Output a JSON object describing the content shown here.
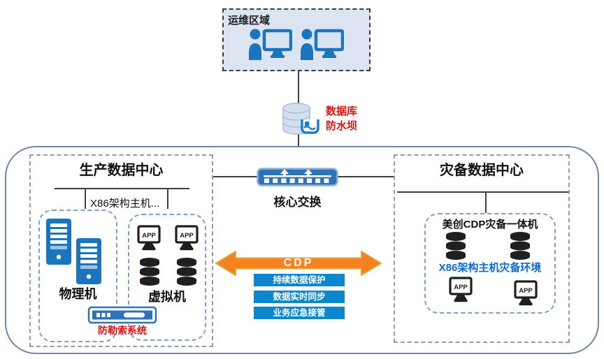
{
  "colors": {
    "primary_blue": "#1b75bc",
    "switch_blue": "#2e73b8",
    "bar_blue": "#0c87ce",
    "link_blue_text": "#0b6ad4",
    "alert_red": "#e01212",
    "cdp_orange": "#f6821f",
    "ops_box_fill": "#dce4f2",
    "outer_border": "#6d87ae"
  },
  "ops_area": {
    "title": "运维区域"
  },
  "db_dam": {
    "label_line1": "数据库",
    "label_line2": "防水坝"
  },
  "core_switch": {
    "label": "核心交换"
  },
  "production_dc": {
    "title": "生产数据中心",
    "host_label": "X86架构主机...",
    "physical_label": "物理机",
    "virtual_label": "虚拟机",
    "anti_ransomware_label": "防勒索系统"
  },
  "cdp": {
    "arrow_label": "CDP",
    "features": [
      "持续数据保护",
      "数据实时同步",
      "业务应急接管"
    ]
  },
  "dr_dc": {
    "title": "灾备数据中心",
    "appliance_title": "美创CDP灾备一体机",
    "env_label": "X86架构主机灾备环境"
  },
  "icons": {
    "app_label": "APP"
  }
}
